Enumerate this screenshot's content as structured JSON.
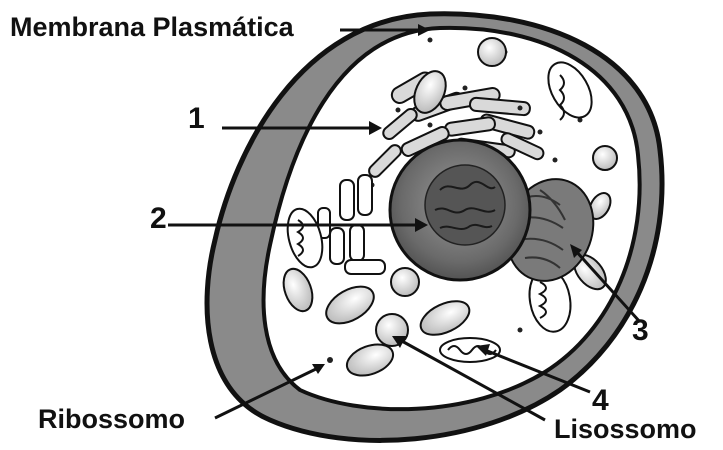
{
  "labels": {
    "membrana": "Membrana Plasmática",
    "ribossomo": "Ribossomo",
    "lisossomo": "Lisossomo",
    "n1": "1",
    "n2": "2",
    "n3": "3",
    "n4": "4"
  },
  "colors": {
    "ink": "#111111",
    "membrane_shade": "#8a8a8a",
    "cytoplasm": "#ffffff",
    "nucleus": "#6e6e6e",
    "organelle_fill": "#d9d9d9"
  }
}
